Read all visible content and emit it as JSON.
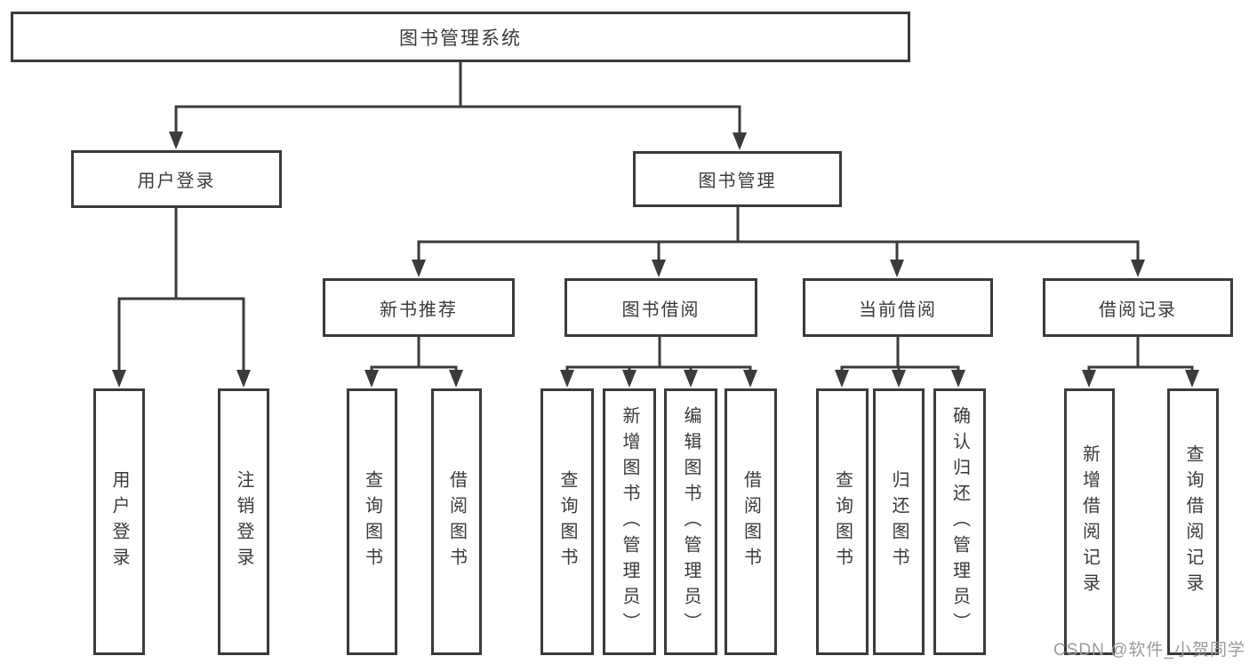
{
  "diagram": {
    "root": {
      "label": "图书管理系统"
    },
    "branches": {
      "user_login": {
        "label": "用户登录",
        "children": [
          "用户登录",
          "注销登录"
        ]
      },
      "book_mgmt": {
        "label": "图书管理",
        "sections": {
          "new_book_rec": {
            "label": "新书推荐",
            "children": [
              "查询图书",
              "借阅图书"
            ]
          },
          "book_borrow": {
            "label": "图书借阅",
            "children": [
              "查询图书",
              "新增图书（管理员）",
              "编辑图书（管理员）",
              "借阅图书"
            ]
          },
          "current_borrow": {
            "label": "当前借阅",
            "children": [
              "查询图书",
              "归还图书",
              "确认归还（管理员）"
            ]
          },
          "borrow_record": {
            "label": "借阅记录",
            "children": [
              "新增借阅记录",
              "查询借阅记录"
            ]
          }
        }
      }
    },
    "watermark": "CSDN @软件_小贺同学",
    "colors": {
      "line": "#3b3b3b",
      "box_border": "#3b3b3b",
      "box_fill": "#ffffff",
      "text": "#3a3a3a",
      "watermark": "#9b9b9b",
      "background": "#ffffff"
    }
  }
}
